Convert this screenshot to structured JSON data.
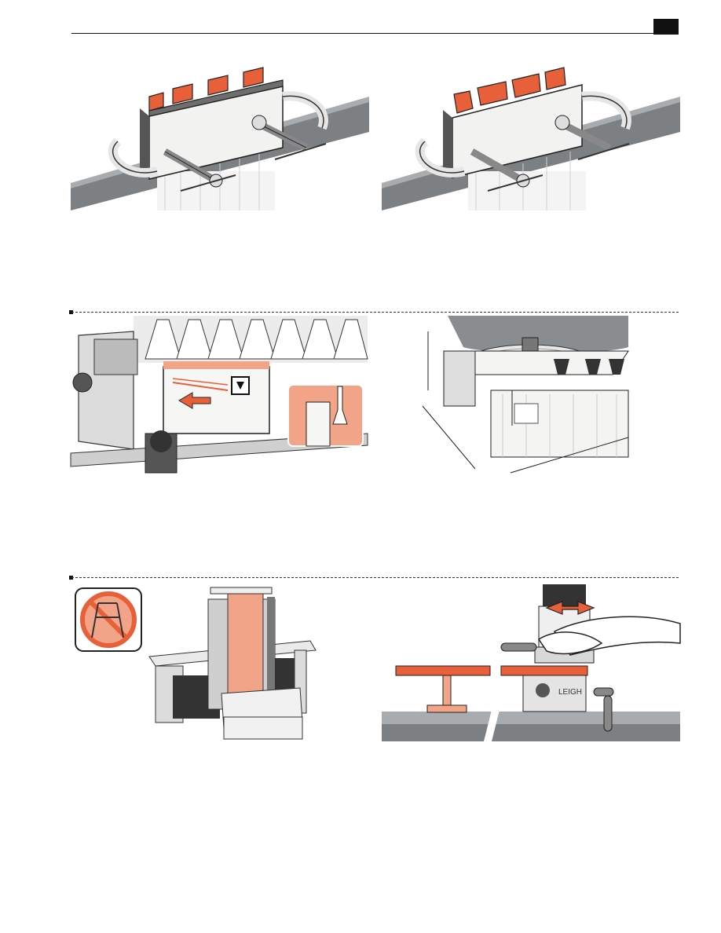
{
  "header": {
    "page_number": ""
  },
  "colors": {
    "accent": "#E8603A",
    "accent_light": "#F2A488",
    "steel": "#8A8D90",
    "dark": "#1A1A1A",
    "wood": "#F3F3F0"
  },
  "figures": [
    {
      "id": "fig-1",
      "caption": ""
    },
    {
      "id": "fig-2",
      "caption": ""
    },
    {
      "id": "fig-3",
      "caption": ""
    },
    {
      "id": "fig-4",
      "caption": ""
    },
    {
      "id": "fig-5",
      "caption": ""
    },
    {
      "id": "fig-6",
      "caption": ""
    }
  ],
  "icons": {
    "prohibited": "no-stepladder-icon",
    "arrow": "direction-arrow-icon",
    "marker": "triangle-marker-icon"
  },
  "jig_logo": "LEIGH"
}
